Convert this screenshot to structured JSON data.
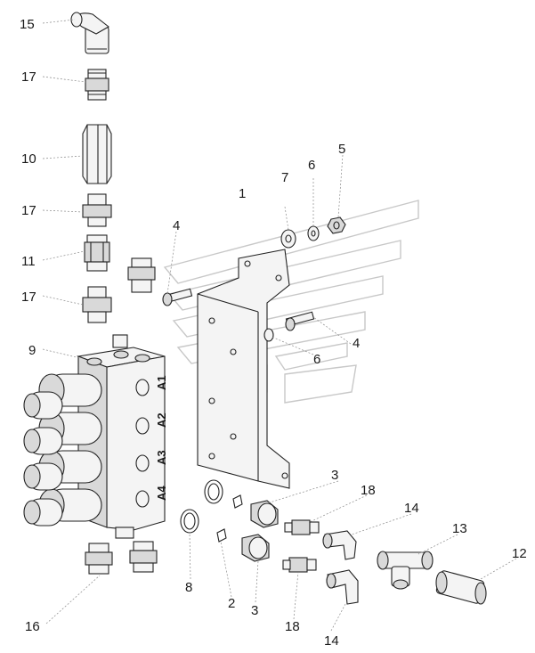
{
  "diagram": {
    "callouts": [
      {
        "id": "c15",
        "text": "15"
      },
      {
        "id": "c17a",
        "text": "17"
      },
      {
        "id": "c10",
        "text": "10"
      },
      {
        "id": "c17b",
        "text": "17"
      },
      {
        "id": "c11",
        "text": "11"
      },
      {
        "id": "c17c",
        "text": "17"
      },
      {
        "id": "c9",
        "text": "9"
      },
      {
        "id": "c16",
        "text": "16"
      },
      {
        "id": "c4a",
        "text": "4"
      },
      {
        "id": "c1",
        "text": "1"
      },
      {
        "id": "c7",
        "text": "7"
      },
      {
        "id": "c6a",
        "text": "6"
      },
      {
        "id": "c5",
        "text": "5"
      },
      {
        "id": "c4b",
        "text": "4"
      },
      {
        "id": "c6b",
        "text": "6"
      },
      {
        "id": "c3a",
        "text": "3"
      },
      {
        "id": "c18a",
        "text": "18"
      },
      {
        "id": "c14a",
        "text": "14"
      },
      {
        "id": "c13",
        "text": "13"
      },
      {
        "id": "c12",
        "text": "12"
      },
      {
        "id": "c8",
        "text": "8"
      },
      {
        "id": "c2",
        "text": "2"
      },
      {
        "id": "c3b",
        "text": "3"
      },
      {
        "id": "c18b",
        "text": "18"
      },
      {
        "id": "c14b",
        "text": "14"
      }
    ],
    "valve_sections": [
      "A1",
      "A2",
      "A3",
      "A4"
    ]
  }
}
